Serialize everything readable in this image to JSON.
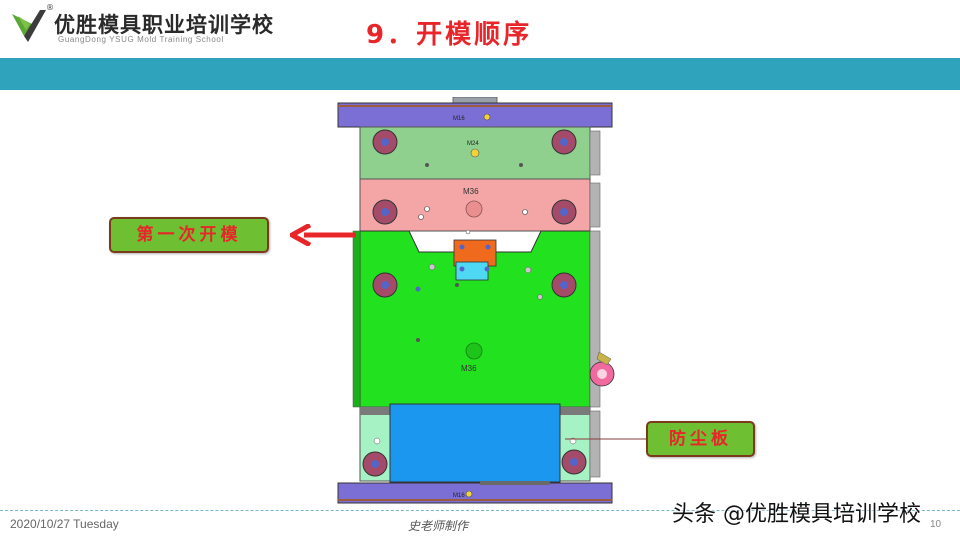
{
  "header": {
    "logo_cn": "优胜模具职业培训学校",
    "logo_en": "GuangDong YSUG Mold Training School",
    "registered_mark": "®",
    "slide_title": "9．开模顺序"
  },
  "mold_labels": {
    "top_plate": "M16",
    "stripper": "M24",
    "a_plate": "M36",
    "b_plate": "M36",
    "bottom_plate": "M16"
  },
  "callouts": {
    "first_open": "第一次开模",
    "dust_plate": "防尘板"
  },
  "footer": {
    "date": "2020/10/27 Tuesday",
    "author": "史老师制作",
    "page": "10"
  },
  "watermark": "头条 @优胜模具培训学校",
  "colors": {
    "title_red": "#e8262a",
    "band_teal": "#2fa3bc",
    "callout_green": "#6fbf32",
    "plate_purple": "#7b6fd6",
    "stripper_green": "#8fd08f",
    "a_plate_pink": "#f4a6a6",
    "b_plate_green": "#22e11e",
    "dust_blue": "#1c97f0"
  }
}
